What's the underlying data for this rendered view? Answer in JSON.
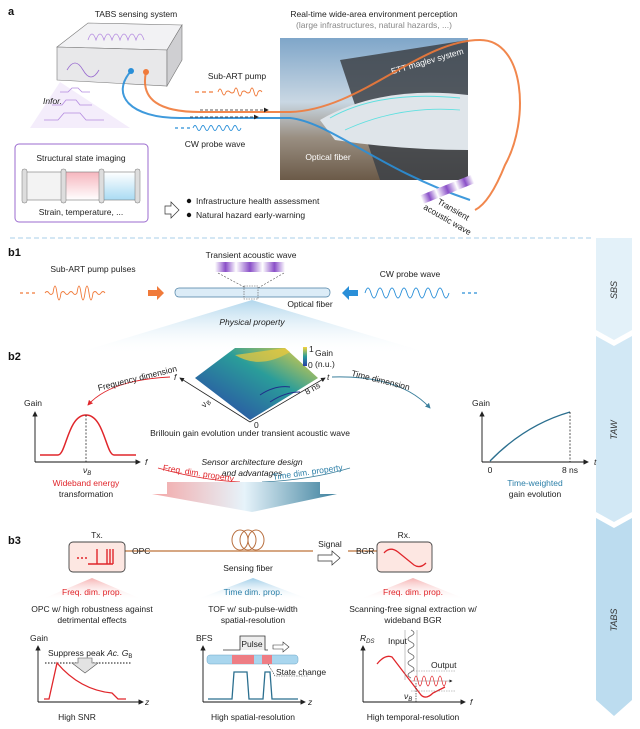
{
  "panel_a": {
    "label": "a",
    "system_title": "TABS sensing system",
    "infor": "Infor.",
    "imaging_title": "Structural state imaging",
    "imaging_caption": "Strain, temperature, ...",
    "bullets": [
      "Infrastructure health assessment",
      "Natural hazard early-warning"
    ],
    "perception_title": "Real-time wide-area environment perception",
    "perception_subtitle": "(large infrastructures, natural hazards, ...)",
    "pump_label": "Sub-ART pump",
    "probe_label": "CW probe wave",
    "maglev_label": "ETT maglev system",
    "fiber_label": "Optical fiber",
    "acoustic_label_1": "Transient",
    "acoustic_label_2": "acoustic wave"
  },
  "panel_b1": {
    "label": "b1",
    "acoustic_wave": "Transient acoustic wave",
    "pump_pulses": "Sub-ART pump pulses",
    "probe_wave": "CW probe wave",
    "fiber": "Optical fiber",
    "physical_property": "Physical property"
  },
  "panel_b2": {
    "label": "b2",
    "colorbar_max": "1",
    "colorbar_min": "0",
    "colorbar_title": "Gain",
    "colorbar_unit": "(n.u.)",
    "axis_f": "f",
    "axis_t": "t",
    "nu": "ν",
    "sub_b": "B",
    "t_end": "8 ns",
    "zero": "0",
    "surface_caption": "Brillouin gain evolution under transient acoustic wave",
    "freq_dimension": "Frequency dimension",
    "time_dimension": "Time dimension",
    "gain": "Gain",
    "left_caption_1": "Wideband energy",
    "left_caption_2": "transformation",
    "right_caption_1": "Time-weighted",
    "right_caption_2": "gain evolution",
    "design_1": "Sensor architecture design",
    "design_2": "and advantages",
    "freq_property": "Freq. dim. property",
    "time_property": "Time dim. property"
  },
  "panel_b3": {
    "label": "b3",
    "tx": "Tx.",
    "rx": "Rx.",
    "opc": "OPC",
    "sensing_fiber": "Sensing fiber",
    "signal": "Signal",
    "bgr": "BGR",
    "freq_prop": "Freq. dim. prop.",
    "time_prop": "Time dim. prop.",
    "left_desc": [
      "OPC w/ high robustness against",
      "detrimental effects"
    ],
    "mid_desc": [
      "TOF w/ sub-pulse-width",
      "spatial-resolution"
    ],
    "right_desc": [
      "Scanning-free signal extraction w/",
      "wideband BGR"
    ],
    "left_plot": {
      "ylabel": "Gain",
      "xlabel": "z",
      "note": "Suppress peak ",
      "note_it": "Ac. G",
      "note_sub": "B",
      "caption": "High SNR"
    },
    "mid_plot": {
      "ylabel": "BFS",
      "xlabel": "z",
      "pulse": "Pulse",
      "state_change": "State change",
      "caption": "High spatial-resolution"
    },
    "right_plot": {
      "ylabel": "R",
      "ylabel_sub": "DS",
      "xlabel": "f",
      "input": "Input",
      "output": "Output",
      "caption": "High temporal-resolution"
    }
  },
  "side_band": {
    "sbs": "SBS",
    "taw": "TAW",
    "tabs": "TABS"
  },
  "colors": {
    "pump": "#f07a3a",
    "probe": "#2a8fd8",
    "acoustic": "#8a4fc8",
    "accent_red": "#e0262b",
    "accent_blue": "#2b7fa8",
    "band": "#cfe6f3"
  }
}
